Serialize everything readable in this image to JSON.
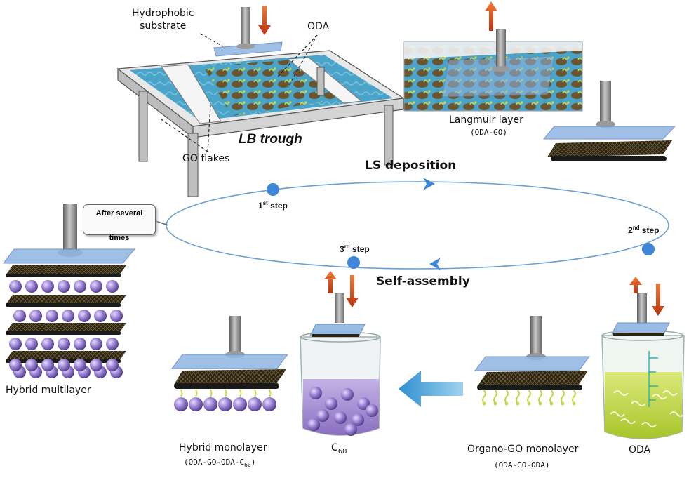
{
  "labels": {
    "hydrophobic_substrate": "Hydrophobic substrate",
    "hydrophobic_line1": "Hydrophobic",
    "hydrophobic_line2": "substrate",
    "oda_top": "ODA",
    "lb_trough": "LB trough",
    "go_flakes": "GO flakes",
    "langmuir_layer": "Langmuir layer",
    "langmuir_sub": "(ODA-GO)",
    "ls_deposition": "LS deposition",
    "self_assembly": "Self-assembly",
    "after_several_line1": "After several",
    "after_several_line2": "times",
    "step1": "1",
    "step2": "2",
    "step3": "3",
    "step_sup": "st",
    "step_sup2": "nd",
    "step_sup3": "rd",
    "step_word": " step",
    "hybrid_multilayer": "Hybrid multilayer",
    "hybrid_monolayer": "Hybrid monolayer",
    "hybrid_monolayer_sub_a": "(ODA-GO-ODA-C",
    "hybrid_monolayer_sub_n": "60",
    "hybrid_monolayer_sub_b": ")",
    "c60_c": "C",
    "c60_n": "60",
    "organo_go": "Organo-GO monolayer",
    "organo_go_sub": "(ODA-GO-ODA)",
    "oda_beaker": "ODA"
  },
  "colors": {
    "water": "#4aa3c8",
    "go_flake": "#6b5530",
    "oda_chain": "#c7d84a",
    "c60": "#8a6fc0",
    "substrate": "#8fb4e3",
    "rod": "#8c8c8c",
    "arrow_orange": "#d94a1e",
    "cycle_line": "#6f9fcf",
    "step_dot": "#3f86d6",
    "big_arrow": "#3da0d6",
    "oda_solution": "#b9d33b",
    "c60_solution": "#9d86c9"
  }
}
